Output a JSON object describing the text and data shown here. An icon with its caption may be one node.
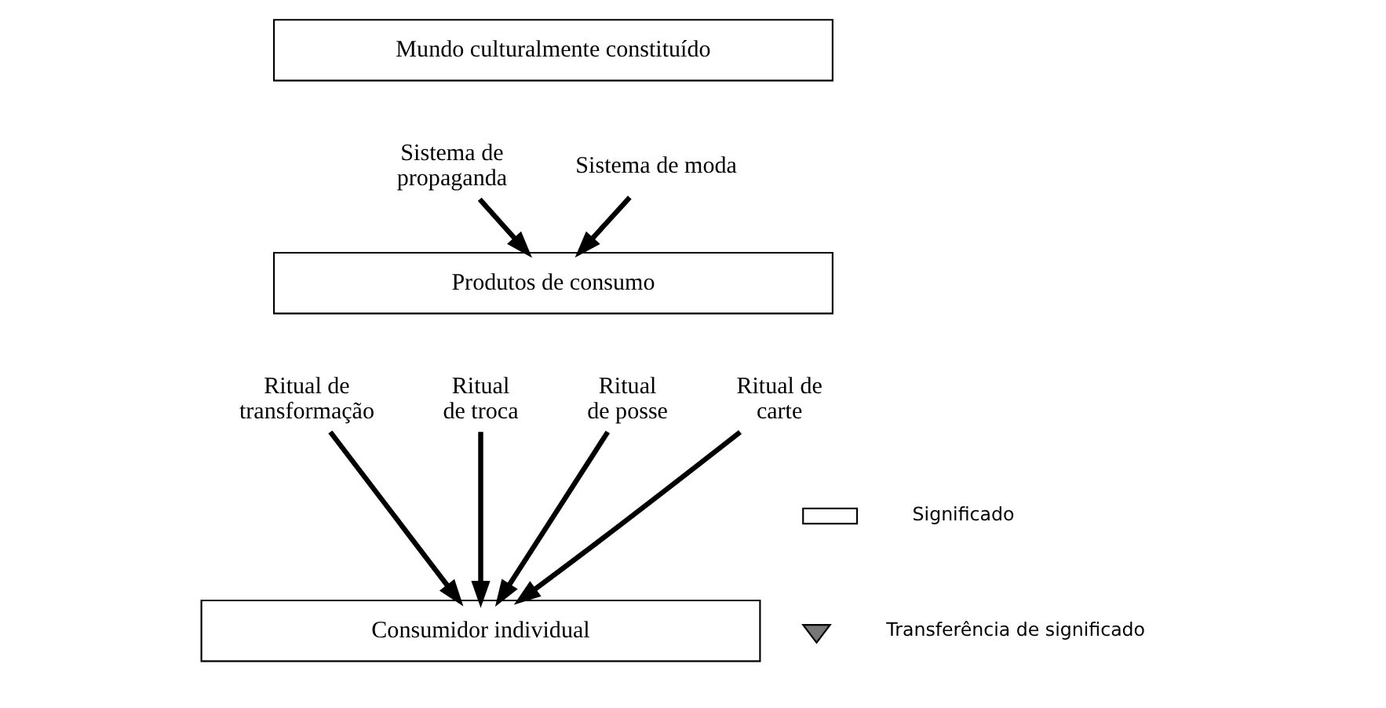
{
  "diagram": {
    "nodes": [
      {
        "text": [
          "Mundo culturalmente constituído"
        ]
      },
      {
        "text": [
          "Sistema de propaganda"
        ]
      },
      {
        "text": [
          "Sistema de moda"
        ]
      },
      {
        "text": [
          "Produtos de consumo"
        ]
      },
      {
        "text": [
          "Ritual de transformação"
        ]
      },
      {
        "text": [
          "Ritual de troca"
        ]
      },
      {
        "text": [
          "Ritual de posse"
        ]
      },
      {
        "text": [
          "Ritual de carte"
        ]
      },
      {
        "text": [
          "Consumidor individual"
        ]
      }
    ],
    "edges": [
      {
        "from": 1,
        "to": 3,
        "arrow": "to"
      },
      {
        "from": 2,
        "to": 3,
        "arrow": "to"
      },
      {
        "from": 4,
        "to": 8,
        "arrow": "to"
      },
      {
        "from": 5,
        "to": 8,
        "arrow": "to"
      },
      {
        "from": 6,
        "to": 8,
        "arrow": "to"
      },
      {
        "from": 7,
        "to": 8,
        "arrow": "to"
      }
    ],
    "legend": [
      {
        "text": "Significado"
      },
      {
        "text": "Transferência de significado"
      }
    ]
  }
}
